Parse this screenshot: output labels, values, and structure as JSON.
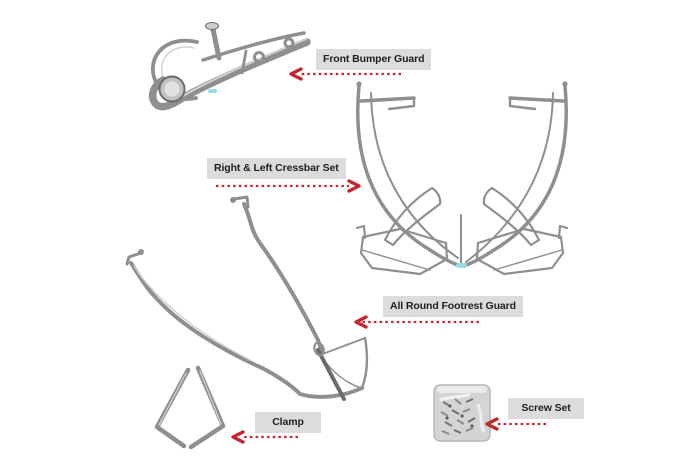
{
  "style": {
    "canvas_bg": "#ffffff",
    "label_bg": "#dcdcdc",
    "label_text": "#1f1f1f",
    "arrow": "#c1272d",
    "metal": "#8f8f8f",
    "metal_dark": "#6b6b6b",
    "metal_light": "#cfcfcf",
    "bag_fill": "#d4d4d4",
    "sticker_cyan": "#9adbe8"
  },
  "parts": [
    {
      "id": "front-bumper-guard",
      "label": "Front Bumper Guard",
      "arrow_direction": "left"
    },
    {
      "id": "crossbar-set",
      "label": "Right & Left Cressbar Set",
      "arrow_direction": "right"
    },
    {
      "id": "footrest-guard",
      "label": "All Round Footrest Guard",
      "arrow_direction": "left"
    },
    {
      "id": "clamp",
      "label": "Clamp",
      "arrow_direction": "left"
    },
    {
      "id": "screw-set",
      "label": "Screw Set",
      "arrow_direction": "left"
    }
  ]
}
